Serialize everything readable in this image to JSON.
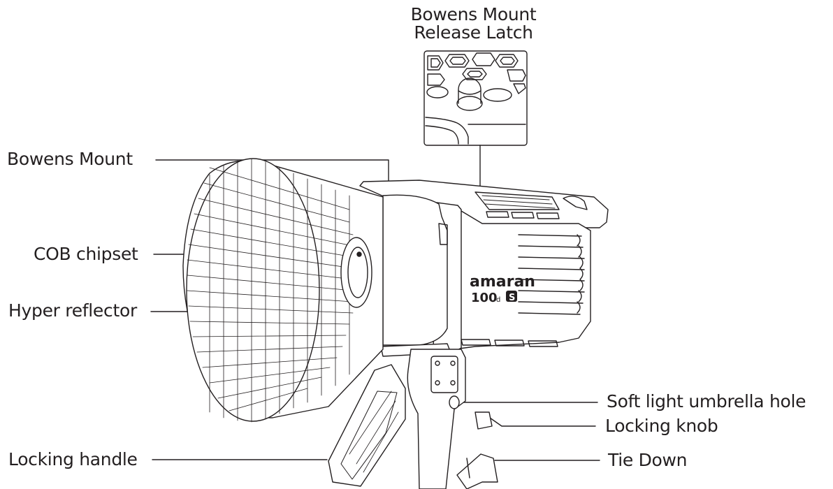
{
  "labels": {
    "release_latch_line1": "Bowens Mount",
    "release_latch_line2": "Release Latch",
    "bowens_mount": "Bowens Mount",
    "cob_chipset": "COB chipset",
    "hyper_reflector": "Hyper reflector",
    "locking_handle": "Locking handle",
    "umbrella_hole": "Soft light umbrella hole",
    "locking_knob": "Locking knob",
    "tie_down": "Tie Down"
  },
  "product": {
    "brand": "amaran",
    "model_number": "100",
    "model_suffix": "d",
    "model_badge": "S"
  },
  "colors": {
    "line": "#231f20",
    "fill": "#ffffff"
  }
}
